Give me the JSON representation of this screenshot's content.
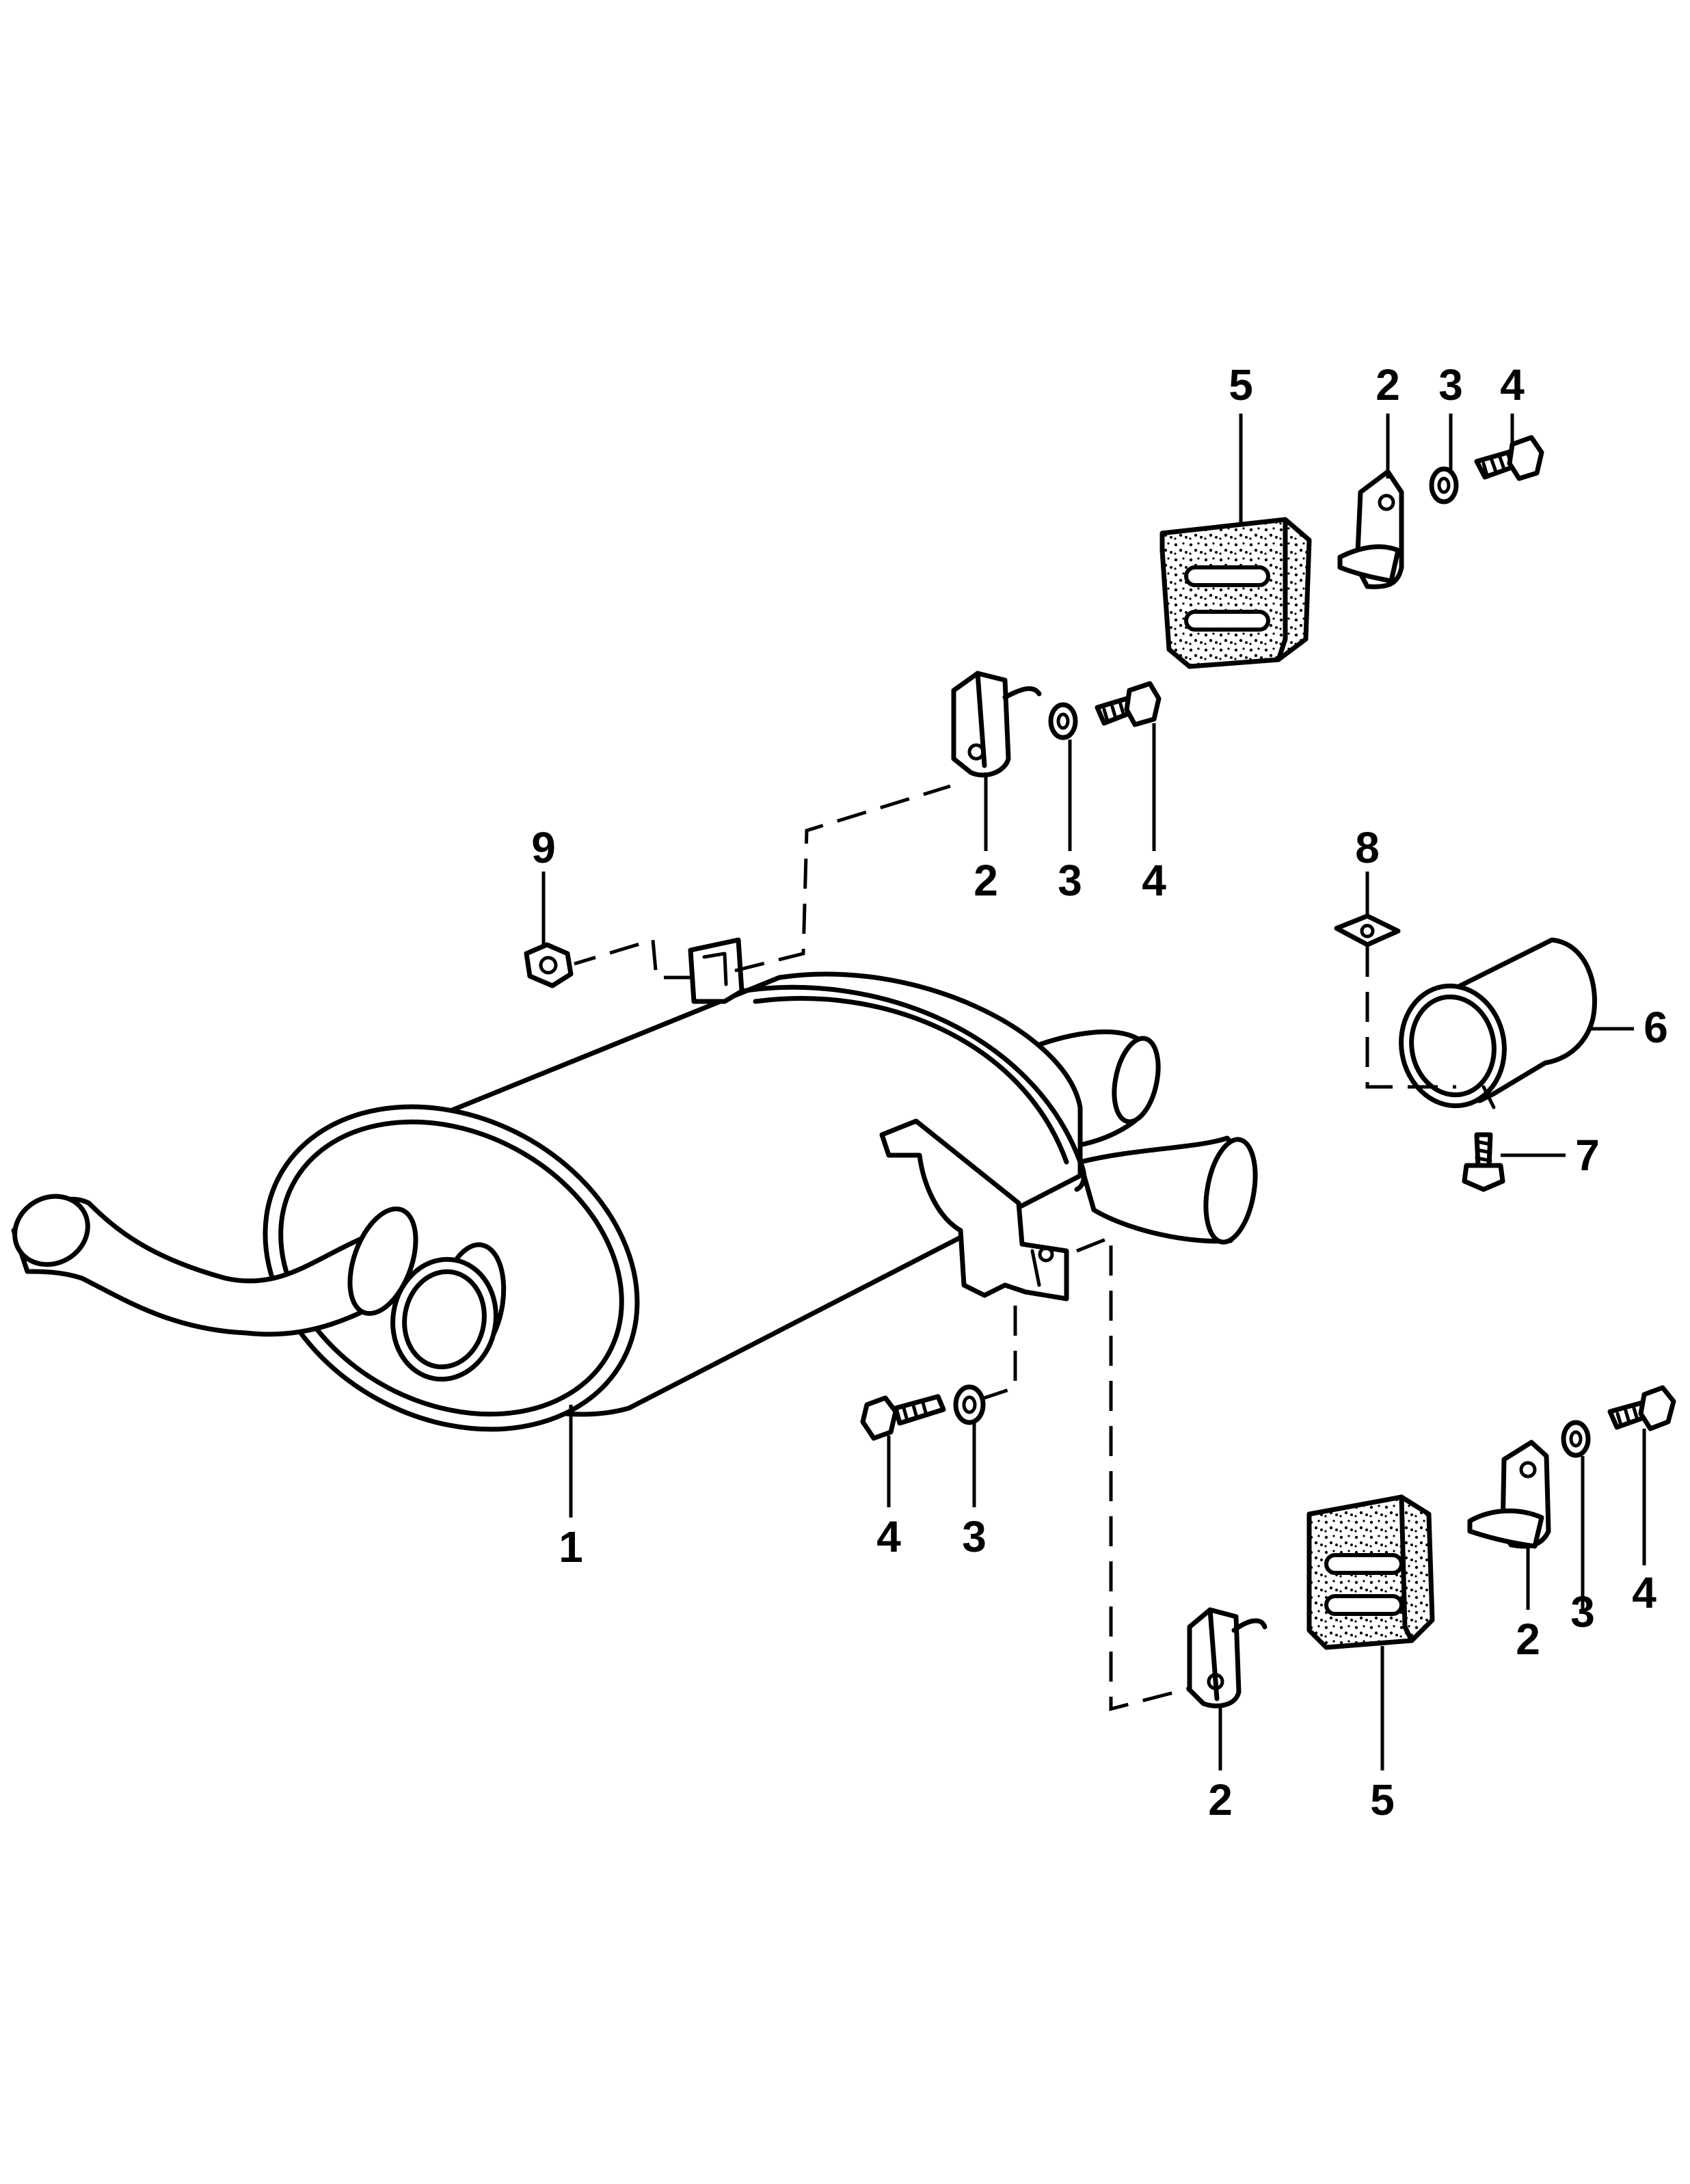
{
  "callouts": {
    "c1": "1",
    "c5_top": "5",
    "c2_top": "2",
    "c3_top": "3",
    "c4_top": "4",
    "c2_mid": "2",
    "c3_mid": "3",
    "c4_mid": "4",
    "c9": "9",
    "c8": "8",
    "c6": "6",
    "c7": "7",
    "c4_low": "4",
    "c3_low": "3",
    "c2_right": "2",
    "c3_right": "3",
    "c4_right": "4",
    "c2_bottom": "2",
    "c5_bottom": "5"
  }
}
